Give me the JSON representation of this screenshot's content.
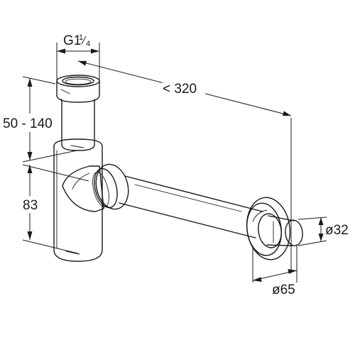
{
  "figure": {
    "dimensions": {
      "thread": {
        "main": "G1",
        "fraction_num": "1",
        "fraction_den": "4"
      },
      "length": "< 320",
      "adjustable_height": "50 - 140",
      "trap_height": "83",
      "pipe_diameter": "ø32",
      "rosette_diameter": "ø65"
    }
  }
}
